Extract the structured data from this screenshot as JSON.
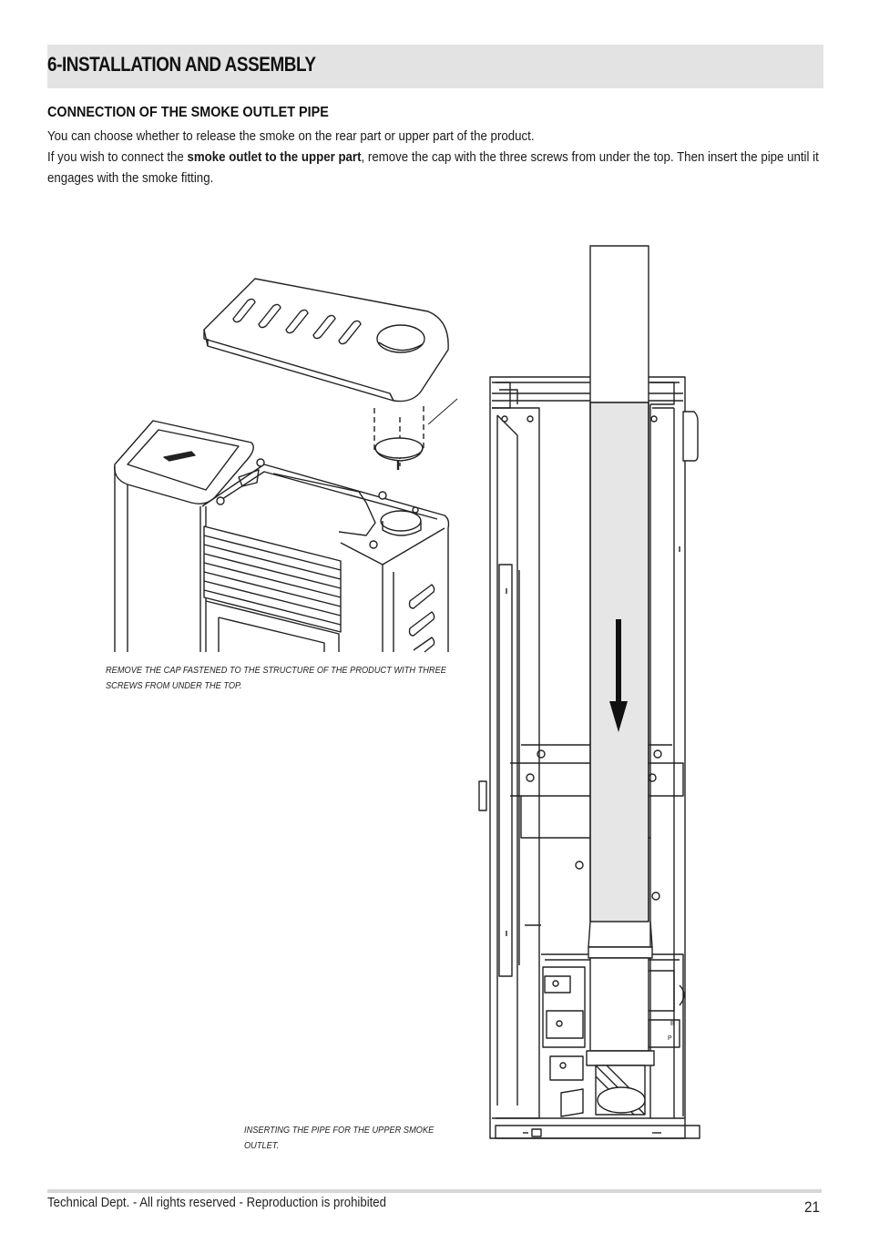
{
  "section": {
    "title": "6-INSTALLATION AND ASSEMBLY"
  },
  "subsection": {
    "heading": "CONNECTION OF THE SMOKE OUTLET PIPE",
    "line1": "You can choose whether to release the smoke on the rear part or upper part of the product.",
    "line2_pre": "If you wish to connect the ",
    "line2_bold": "smoke outlet to the upper part",
    "line2_post": ", remove the cap with the three screws from under the top. Then insert the pipe until it engages with the smoke fitting."
  },
  "figures": {
    "caption_top_cap": "REMOVE THE CAP FASTENED TO THE STRUCTURE OF THE PRODUCT WITH THREE SCREWS FROM UNDER THE TOP.",
    "caption_pipe": "INSERTING THE PIPE FOR THE UPPER SMOKE OUTLET.",
    "label_b": "B",
    "label_p": "P"
  },
  "footer": {
    "text": "Technical Dept. - All rights reserved - Reproduction is prohibited",
    "page_number": "21"
  }
}
